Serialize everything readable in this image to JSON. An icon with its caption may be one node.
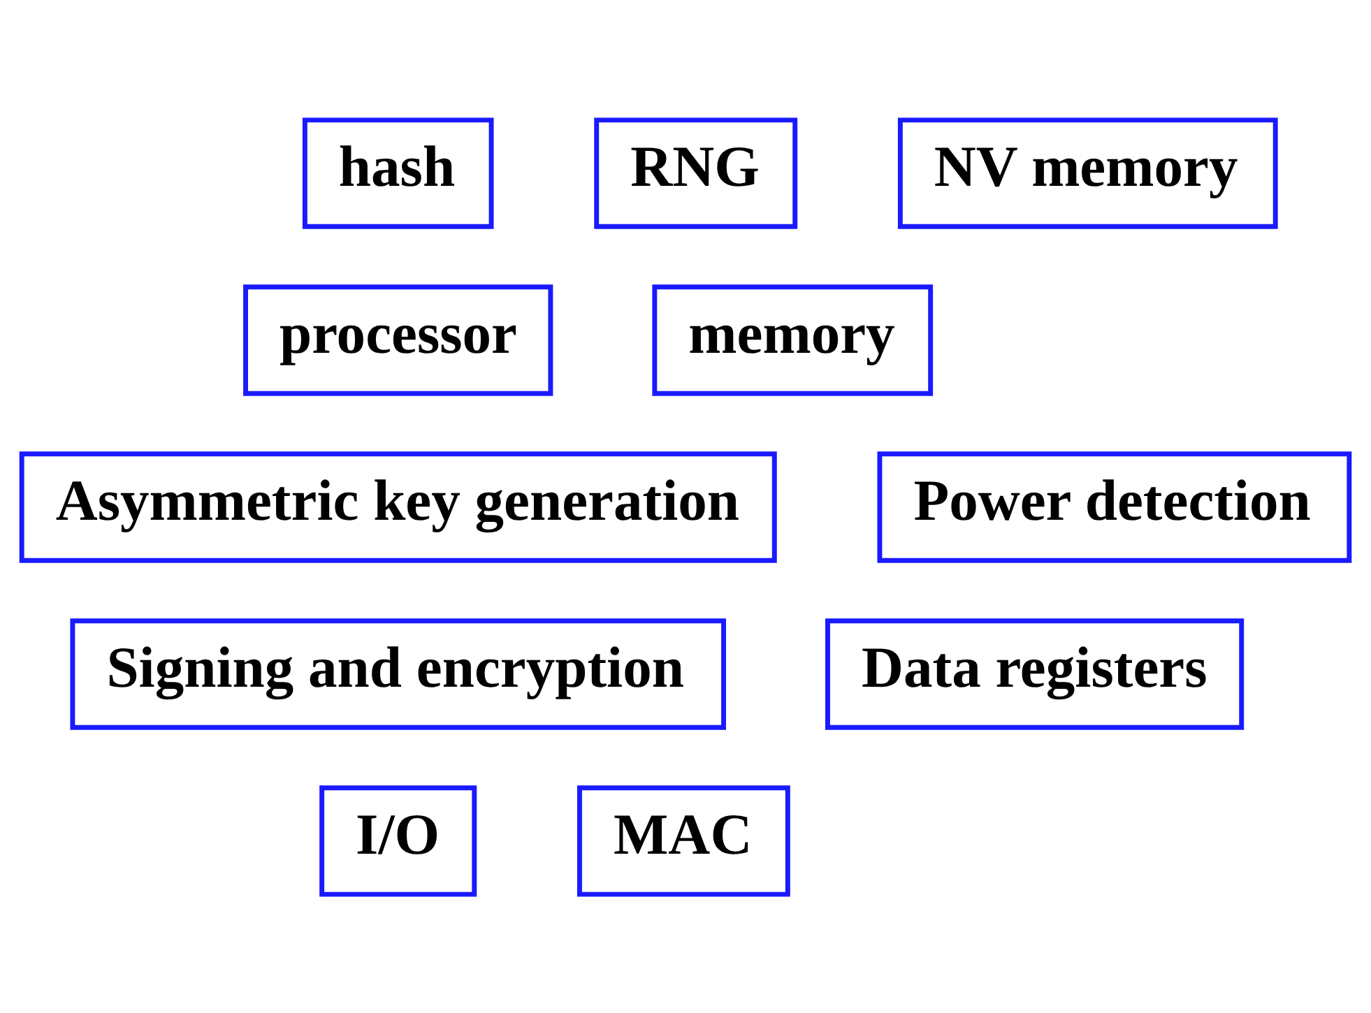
{
  "diagram": {
    "nodes": [
      {
        "text": [
          "RNG"
        ]
      },
      {
        "text": [
          "NV memory"
        ]
      },
      {
        "text": [
          "hash"
        ]
      },
      {
        "text": [
          "processor"
        ]
      },
      {
        "text": [
          "memory"
        ]
      },
      {
        "text": [
          "Asymmetric key generation"
        ]
      },
      {
        "text": [
          "Power detection"
        ]
      },
      {
        "text": [
          "Signing and encryption"
        ]
      },
      {
        "text": [
          "Data registers"
        ]
      },
      {
        "text": [
          "I/O"
        ]
      },
      {
        "text": [
          "MAC"
        ]
      }
    ],
    "edges": []
  }
}
